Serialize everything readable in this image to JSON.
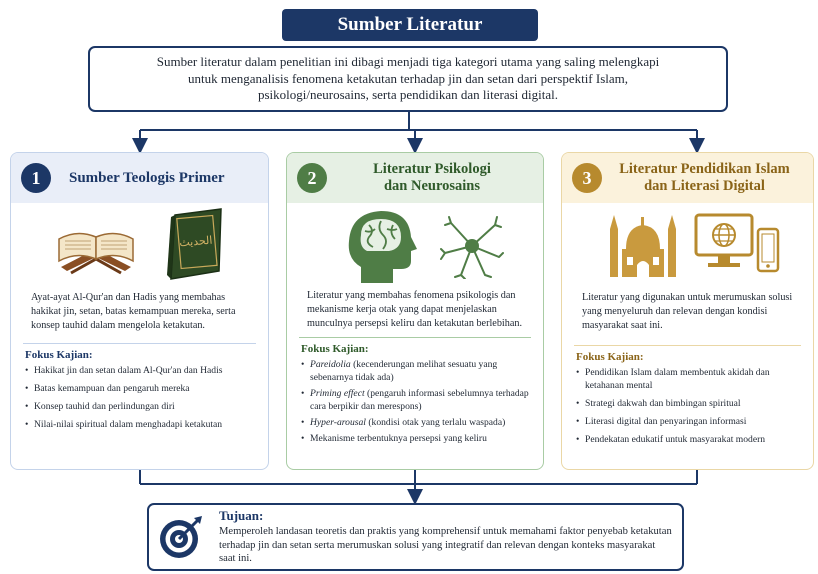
{
  "title": "Sumber Literatur",
  "intro": {
    "line1": "Sumber literatur dalam penelitian ini dibagi menjadi tiga kategori utama yang saling melengkapi",
    "line2": "untuk menganalisis fenomena ketakutan terhadap jin dan setan dari perspektif Islam,",
    "line3": "psikologi/neurosains, serta pendidikan dan literasi digital."
  },
  "columns": [
    {
      "number": "1",
      "title_line1": "Sumber Teologis Primer",
      "title_line2": "",
      "book_label": "الحديث",
      "description": "Ayat-ayat Al-Qur'an dan Hadis yang membahas hakikat jin, setan, batas kemampuan mereka, serta konsep tauhid dalam mengelola ketakutan.",
      "focus_label": "Fokus Kajian:",
      "focus_items": [
        "Hakikat jin dan setan dalam Al-Qur'an dan Hadis",
        "Batas kemampuan dan pengaruh mereka",
        "Konsep tauhid dan perlindungan diri",
        "Nilai-nilai spiritual dalam menghadapi ketakutan"
      ]
    },
    {
      "number": "2",
      "title_line1": "Literatur Psikologi",
      "title_line2": "dan Neurosains",
      "description": "Literatur yang membahas fenomena psikologis dan mekanisme kerja otak yang dapat menjelaskan munculnya persepsi keliru dan ketakutan berlebihan.",
      "focus_label": "Fokus Kajian:",
      "focus_items": [
        {
          "term": "Pareidolia",
          "text": " (kecenderungan melihat sesuatu yang sebenarnya tidak ada)"
        },
        {
          "term": "Priming effect",
          "text": " (pengaruh informasi sebelumnya terhadap cara berpikir dan merespons)"
        },
        {
          "term": "Hyper-arousal",
          "text": " (kondisi otak yang terlalu waspada)"
        },
        {
          "term": "",
          "text": "Mekanisme terbentuknya persepsi yang keliru"
        }
      ]
    },
    {
      "number": "3",
      "title_line1": "Literatur Pendidikan Islam",
      "title_line2": "dan Literasi Digital",
      "description": "Literatur yang digunakan untuk merumuskan solusi yang menyeluruh dan relevan dengan kondisi masyarakat saat ini.",
      "focus_label": "Fokus Kajian:",
      "focus_items": [
        "Pendidikan Islam dalam membentuk akidah dan ketahanan mental",
        "Strategi dakwah dan bimbingan spiritual",
        "Literasi digital dan penyaringan informasi",
        "Pendekatan edukatif untuk masyarakat modern"
      ]
    }
  ],
  "goal": {
    "title": "Tujuan:",
    "description": "Memperoleh landasan teoretis dan praktis yang komprehensif untuk memahami faktor penyebab ketakutan terhadap jin dan setan serta merumuskan solusi yang integratif dan relevan dengan konteks masyarakat saat ini."
  },
  "colors": {
    "navy": "#1c3766",
    "green": "#4f7d46",
    "gold": "#b78a2e"
  }
}
